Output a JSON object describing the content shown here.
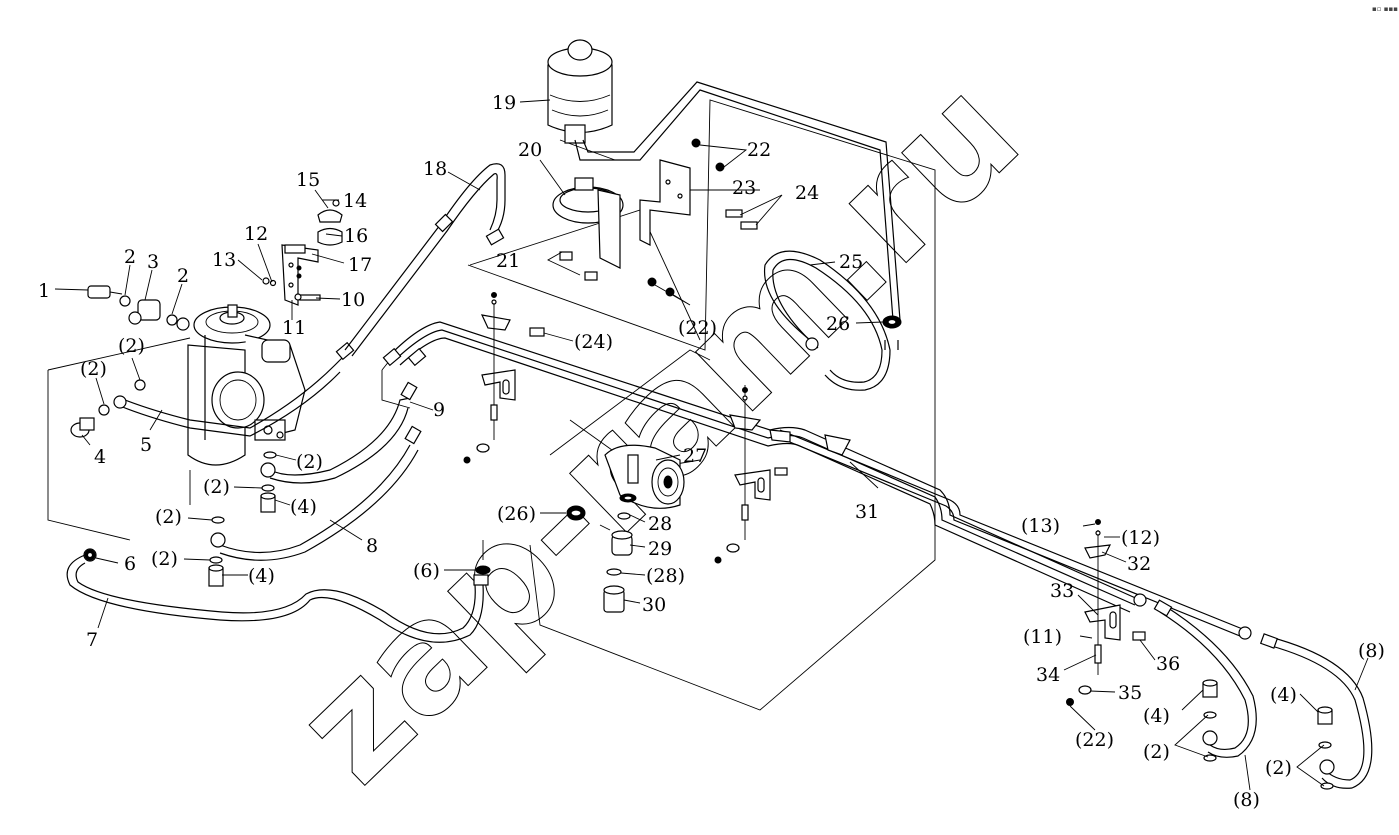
{
  "watermark": "zap-ram.ru",
  "corner_mark": "▪▫ ▪▪▪",
  "callouts": [
    {
      "id": "c1",
      "label": "1"
    },
    {
      "id": "c2a",
      "label": "2"
    },
    {
      "id": "c3",
      "label": "3"
    },
    {
      "id": "c2b",
      "label": "2"
    },
    {
      "id": "c4",
      "label": "4"
    },
    {
      "id": "c5",
      "label": "5"
    },
    {
      "id": "c2p1",
      "label": "(2)"
    },
    {
      "id": "c2p2",
      "label": "(2)"
    },
    {
      "id": "c2p3",
      "label": "(2)"
    },
    {
      "id": "c2p4",
      "label": "(2)"
    },
    {
      "id": "c2p5",
      "label": "(2)"
    },
    {
      "id": "c2p6",
      "label": "(2)"
    },
    {
      "id": "c4p1",
      "label": "(4)"
    },
    {
      "id": "c4p2",
      "label": "(4)"
    },
    {
      "id": "c6",
      "label": "6"
    },
    {
      "id": "c7",
      "label": "7"
    },
    {
      "id": "c8",
      "label": "8"
    },
    {
      "id": "c9",
      "label": "9"
    },
    {
      "id": "c10",
      "label": "10"
    },
    {
      "id": "c11",
      "label": "11"
    },
    {
      "id": "c12",
      "label": "12"
    },
    {
      "id": "c13",
      "label": "13"
    },
    {
      "id": "c14",
      "label": "14"
    },
    {
      "id": "c15",
      "label": "15"
    },
    {
      "id": "c16",
      "label": "16"
    },
    {
      "id": "c17",
      "label": "17"
    },
    {
      "id": "c18",
      "label": "18"
    },
    {
      "id": "c19",
      "label": "19"
    },
    {
      "id": "c20",
      "label": "20"
    },
    {
      "id": "c21",
      "label": "21"
    },
    {
      "id": "c22",
      "label": "22"
    },
    {
      "id": "c23",
      "label": "23"
    },
    {
      "id": "c24",
      "label": "24"
    },
    {
      "id": "c25",
      "label": "25"
    },
    {
      "id": "c26",
      "label": "26"
    },
    {
      "id": "c22p1",
      "label": "(22)"
    },
    {
      "id": "c24p1",
      "label": "(24)"
    },
    {
      "id": "c27",
      "label": "27"
    },
    {
      "id": "c26p1",
      "label": "(26)"
    },
    {
      "id": "c28",
      "label": "28"
    },
    {
      "id": "c29",
      "label": "29"
    },
    {
      "id": "c28p1",
      "label": "(28)"
    },
    {
      "id": "c30",
      "label": "30"
    },
    {
      "id": "c6p1",
      "label": "(6)"
    },
    {
      "id": "c31",
      "label": "31"
    },
    {
      "id": "c13p1",
      "label": "(13)"
    },
    {
      "id": "c12p1",
      "label": "(12)"
    },
    {
      "id": "c32",
      "label": "32"
    },
    {
      "id": "c33",
      "label": "33"
    },
    {
      "id": "c11p1",
      "label": "(11)"
    },
    {
      "id": "c36",
      "label": "36"
    },
    {
      "id": "c34",
      "label": "34"
    },
    {
      "id": "c35",
      "label": "35"
    },
    {
      "id": "c22p2",
      "label": "(22)"
    },
    {
      "id": "c8p1",
      "label": "(8)"
    },
    {
      "id": "c4p3",
      "label": "(4)"
    },
    {
      "id": "c4p4",
      "label": "(4)"
    },
    {
      "id": "c2p7",
      "label": "(2)"
    },
    {
      "id": "c2p8",
      "label": "(2)"
    },
    {
      "id": "c8p2",
      "label": "(8)"
    }
  ]
}
